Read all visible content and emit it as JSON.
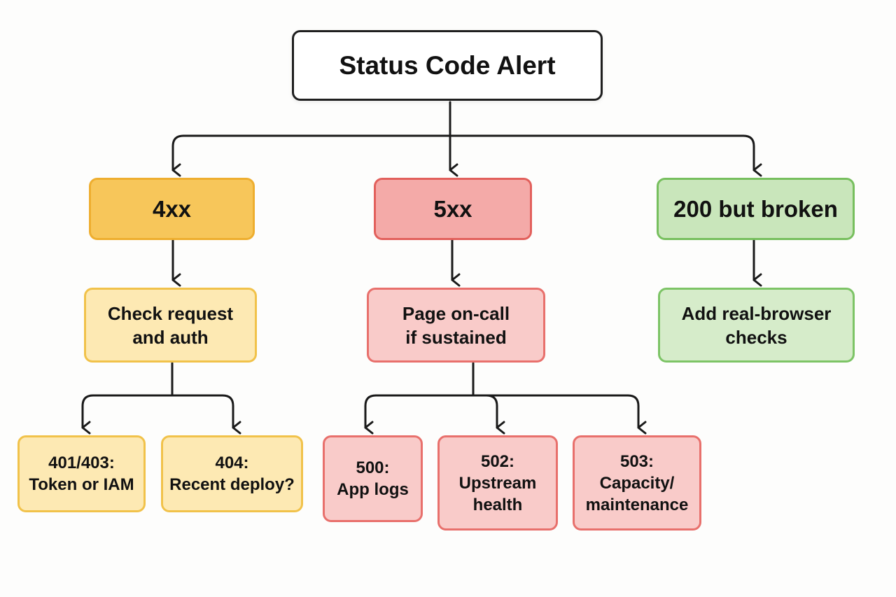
{
  "root": {
    "label": "Status Code Alert"
  },
  "branches": [
    {
      "category": "4xx",
      "action": [
        "Check request",
        "and auth"
      ],
      "leaves": [
        [
          "401/403:",
          "Token or IAM"
        ],
        [
          "404:",
          "Recent deploy?"
        ]
      ]
    },
    {
      "category": "5xx",
      "action": [
        "Page on-call",
        "if sustained"
      ],
      "leaves": [
        [
          "500:",
          "App logs"
        ],
        [
          "502:",
          "Upstream",
          "health"
        ],
        [
          "503:",
          "Capacity/",
          "maintenance"
        ]
      ]
    },
    {
      "category": "200 but broken",
      "action": [
        "Add real-browser",
        "checks"
      ],
      "leaves": []
    }
  ],
  "colors": {
    "yellow": "#f7c65a",
    "red": "#f4aaa8",
    "green": "#c9e6bb",
    "line": "#1a1a1a"
  }
}
